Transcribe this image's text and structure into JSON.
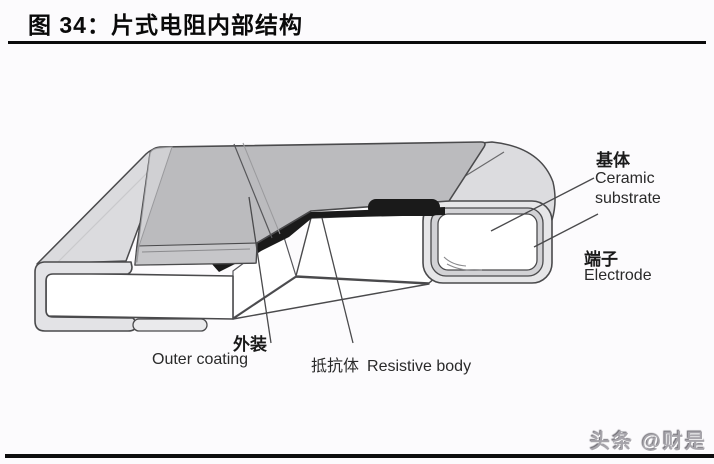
{
  "header": {
    "title": "图 34：片式电阻内部结构"
  },
  "diagram": {
    "labels": {
      "substrate_cn": "基体",
      "substrate_en_line1": "Ceramic",
      "substrate_en_line2": "substrate",
      "electrode_cn": "端子",
      "electrode_en": "Electrode",
      "coating_cn": "外装",
      "coating_en": "Outer coating",
      "resistive_cn": "抵抗体",
      "resistive_en": "Resistive body"
    },
    "colors": {
      "outline": "#4a4a4c",
      "substrate_top": "#dbdbde",
      "end_cap_face": "#dcdcdf",
      "end_cap": "#e3e3e6",
      "end_cap_tab": "#eaeaec",
      "coating": "#bbbbbe",
      "coating_light": "#d0d0d3",
      "coating_front": "#c6c6c9",
      "resistive_layer": "#1a1a1a",
      "cut_face": "#ffffff",
      "ring_outer": "#e6e6e8",
      "ring_mid": "#d2d2d5",
      "ring_core": "#ffffff"
    }
  },
  "watermark": {
    "label": "头条 @财是"
  }
}
